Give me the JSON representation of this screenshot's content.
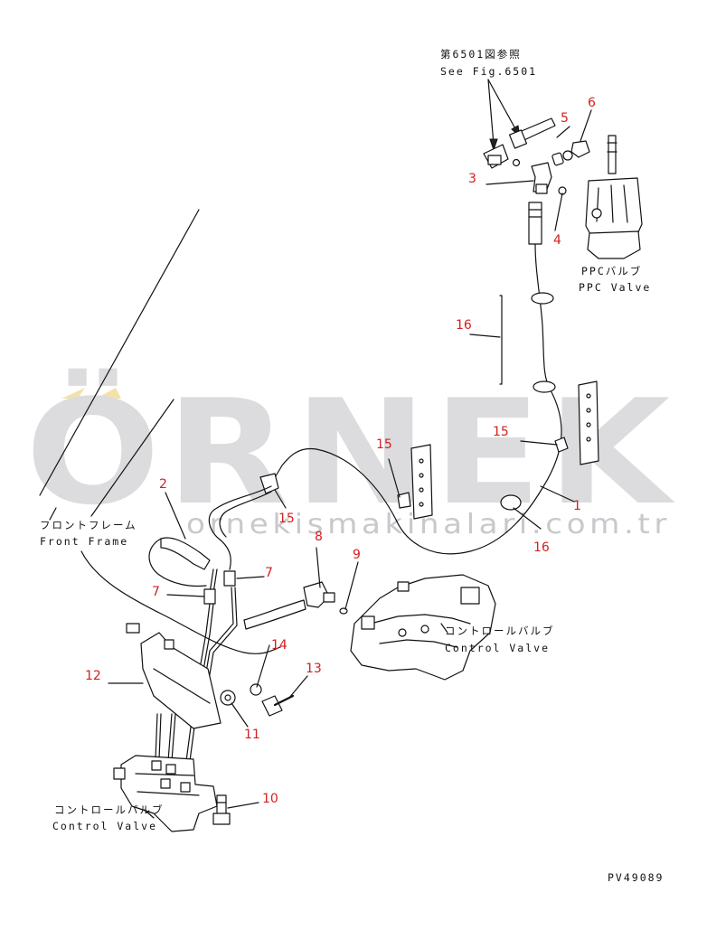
{
  "reference": {
    "line1": "第6501図参照",
    "line2": "See Fig.6501"
  },
  "labels": {
    "ppc_jp": "PPCバルブ",
    "ppc_en": "PPC Valve",
    "frame_jp": "フロントフレーム",
    "frame_en": "Front Frame",
    "control_upper_jp": "コントロールバルブ",
    "control_upper_en": "Control Valve",
    "control_lower_jp": "コントロールバルブ",
    "control_lower_en": "Control Valve",
    "drawing_code": "PV49089"
  },
  "callouts": [
    "1",
    "2",
    "3",
    "4",
    "5",
    "6",
    "7",
    "7",
    "8",
    "9",
    "10",
    "11",
    "12",
    "13",
    "14",
    "15",
    "15",
    "16",
    "16"
  ],
  "watermark": {
    "logo": "ÖRNEK",
    "url": "ornekismakinalari.com.tr",
    "accent_color": "#f2e2a8"
  },
  "colors": {
    "callout": "#d42020",
    "line": "#111111",
    "watermark": "#dcdcdf"
  }
}
